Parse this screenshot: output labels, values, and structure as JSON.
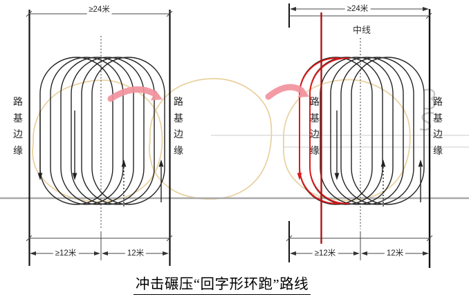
{
  "title": {
    "text": "冲击碾压“回字形环跑”路线"
  },
  "left_diagram": {
    "top_dimension": "≥24米",
    "edge_label_left": "路基边缘",
    "edge_label_right": "路基边缘",
    "bottom_dimension_left": "≥12米",
    "bottom_dimension_right": "12米"
  },
  "right_diagram": {
    "top_dimension": "≥24米",
    "center_line_label": "中线",
    "edge_label_left": "路基边缘",
    "edge_label_right": "路基边缘",
    "bottom_dimension_left": "≥12米",
    "bottom_dimension_right": "12米"
  },
  "icons": {
    "left_flow_arrow": "curved-pink-arrow-right",
    "right_flow_arrow": "curved-pink-arrow-right"
  },
  "colors": {
    "line_black": "#222222",
    "boundary_black": "#111111",
    "loop_red": "#dd1a1a",
    "edge_line_red": "#aa1616",
    "flow_arrow_pink": "#f2939d",
    "cloud_tan": "#e9d2a2",
    "gray_line": "#a9a9a9",
    "faint_line": "#cccccc",
    "watermark_gray": "#c6c6c6",
    "text_dark": "#222222"
  }
}
